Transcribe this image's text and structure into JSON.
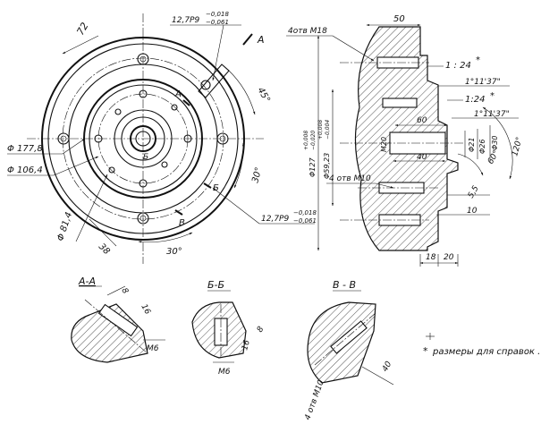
{
  "front_view": {
    "dimensions": {
      "d72": "72",
      "tol_top": "12,7Р9",
      "tol_top_upper": "−0,018",
      "tol_top_lower": "−0,061",
      "angle45": "45°",
      "d177": "Φ 177,8",
      "d106": "Φ 106,4",
      "d81": "Φ 81,4",
      "d38": "38",
      "angle30_right": "30°",
      "angle30_bottom": "30°",
      "tol_bottom": "12,7Р9",
      "tol_bottom_upper": "−0,018",
      "tol_bottom_lower": "−0,061"
    },
    "section_marks": {
      "a_top": "А",
      "a_center": "А",
      "b_upper": "Б",
      "b_center": "Б",
      "v_center": "В"
    }
  },
  "side_section": {
    "labels": {
      "holes_m18": "4отв М18",
      "d50": "50",
      "taper1": "1 : 24",
      "star1": "*",
      "angle1": "1°11'37\"",
      "taper2": "1:24",
      "star2": "*",
      "angle2": "1°11'37\"",
      "d60": "60",
      "d127": "Φ127",
      "d127_tol_upper": "+0,008",
      "d127_tol_lower": "−0,020",
      "d59": "Φ59,23",
      "d59_tol_upper": "+0,008",
      "d59_tol_lower": "−0,004",
      "m20": "М20",
      "d40": "40",
      "d21": "Φ21",
      "d26": "Φ26",
      "d30": "Φ30",
      "angle60": "60°",
      "angle120": "120°",
      "holes_m10": "4 отв М10",
      "d5_5": "5,5",
      "d10": "10",
      "d18": "18",
      "d20": "20"
    }
  },
  "section_aa": {
    "title": "А-А",
    "labels": {
      "d8": "8",
      "d16": "16",
      "m6": "М6"
    }
  },
  "section_bb": {
    "title": "Б-Б",
    "labels": {
      "d8": "8",
      "d16": "16",
      "m6": "М6"
    }
  },
  "section_vv": {
    "title": "В - В",
    "labels": {
      "d40": "40",
      "holes_m10": "4 отв М10"
    }
  },
  "note": {
    "star": "*",
    "text": "размеры для справок ."
  }
}
